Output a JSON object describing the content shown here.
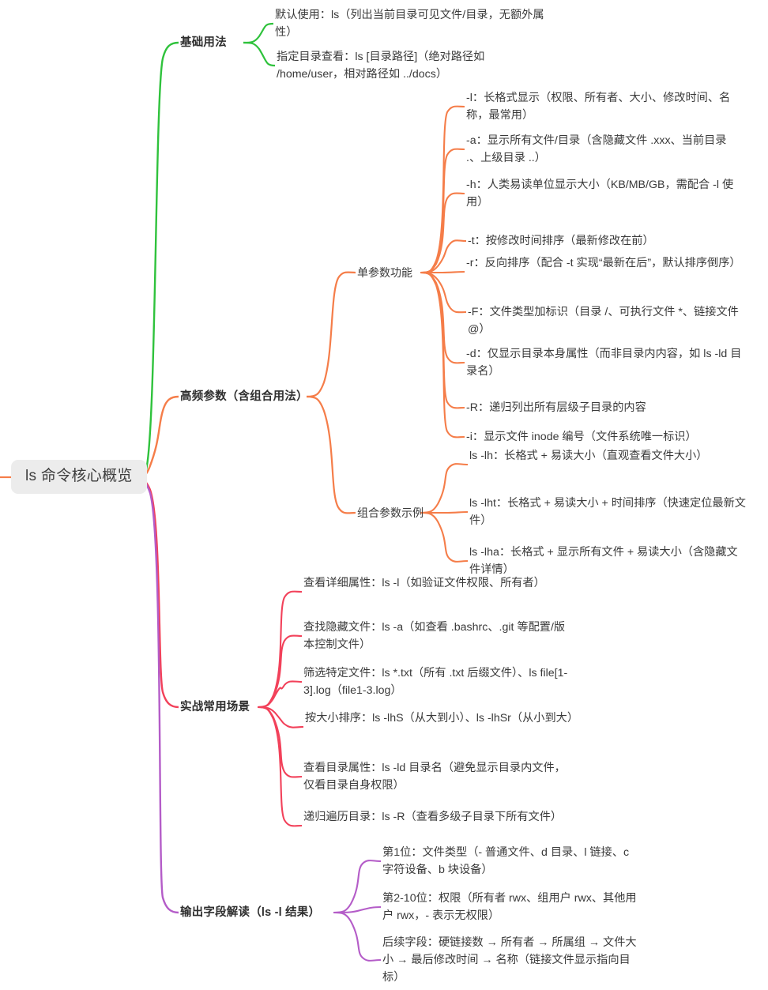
{
  "diagram": {
    "type": "mindmap",
    "title": "ls 命令核心概览",
    "colors": {
      "root_bg": "#ececec",
      "root_text": "#3d3d3d",
      "branch_green": "#2fc23c",
      "branch_orange": "#f57d49",
      "branch_red": "#f2415a",
      "branch_purple": "#b45cc8",
      "text": "#3a3a3a",
      "background": "#ffffff"
    }
  },
  "root": {
    "label": "ls 命令核心概览"
  },
  "branches": [
    {
      "id": "basic-usage",
      "label": "基础用法",
      "color": "#2fc23c",
      "children": [
        {
          "label": "默认使用：ls（列出当前目录可见文件/目录，无额外属性）"
        },
        {
          "label": "指定目录查看：ls [目录路径]（绝对路径如 /home/user，相对路径如 ../docs）"
        }
      ]
    },
    {
      "id": "frequent-params",
      "label": "高频参数（含组合用法）",
      "color": "#f57d49",
      "groups": [
        {
          "id": "single-param",
          "label": "单参数功能",
          "children": [
            {
              "label": "-l：长格式显示（权限、所有者、大小、修改时间、名称，最常用）"
            },
            {
              "label": "-a：显示所有文件/目录（含隐藏文件 .xxx、当前目录 .、上级目录 ..）"
            },
            {
              "label": "-h：人类易读单位显示大小（KB/MB/GB，需配合 -l 使用）"
            },
            {
              "label": "-t：按修改时间排序（最新修改在前）"
            },
            {
              "label": "-r：反向排序（配合 -t 实现“最新在后”，默认排序倒序）"
            },
            {
              "label": "-F：文件类型加标识（目录 /、可执行文件 *、链接文件 @）"
            },
            {
              "label": "-d：仅显示目录本身属性（而非目录内内容，如 ls -ld 目录名）"
            },
            {
              "label": "-R：递归列出所有层级子目录的内容"
            },
            {
              "label": "-i：显示文件 inode 编号（文件系统唯一标识）"
            }
          ]
        },
        {
          "id": "combined-param",
          "label": "组合参数示例",
          "children": [
            {
              "label": "ls -lh：长格式 + 易读大小（直观查看文件大小）"
            },
            {
              "label": "ls -lht：长格式 + 易读大小 + 时间排序（快速定位最新文件）"
            },
            {
              "label": "ls -lha：长格式 + 显示所有文件 + 易读大小（含隐藏文件详情）"
            }
          ]
        }
      ]
    },
    {
      "id": "practical-scenarios",
      "label": "实战常用场景",
      "color": "#f2415a",
      "children": [
        {
          "label": "查看详细属性：ls -l（如验证文件权限、所有者）"
        },
        {
          "label": "查找隐藏文件：ls -a（如查看 .bashrc、.git 等配置/版本控制文件）"
        },
        {
          "label": "筛选特定文件：ls *.txt（所有 .txt 后缀文件）、ls file[1-3].log（file1-3.log）"
        },
        {
          "label": "按大小排序：ls -lhS（从大到小）、ls -lhSr（从小到大）"
        },
        {
          "label": "查看目录属性：ls -ld 目录名（避免显示目录内文件，仅看目录自身权限）"
        },
        {
          "label": "递归遍历目录：ls -R（查看多级子目录下所有文件）"
        }
      ]
    },
    {
      "id": "output-fields",
      "label": "输出字段解读（ls -l 结果）",
      "color": "#b45cc8",
      "children": [
        {
          "label": "第1位：文件类型（- 普通文件、d 目录、l 链接、c 字符设备、b 块设备）"
        },
        {
          "label": "第2-10位：权限（所有者 rwx、组用户 rwx、其他用户 rwx，- 表示无权限）"
        },
        {
          "label": "后续字段：硬链接数 → 所有者 → 所属组 → 文件大小 → 最后修改时间 → 名称（链接文件显示指向目标）"
        }
      ]
    }
  ]
}
